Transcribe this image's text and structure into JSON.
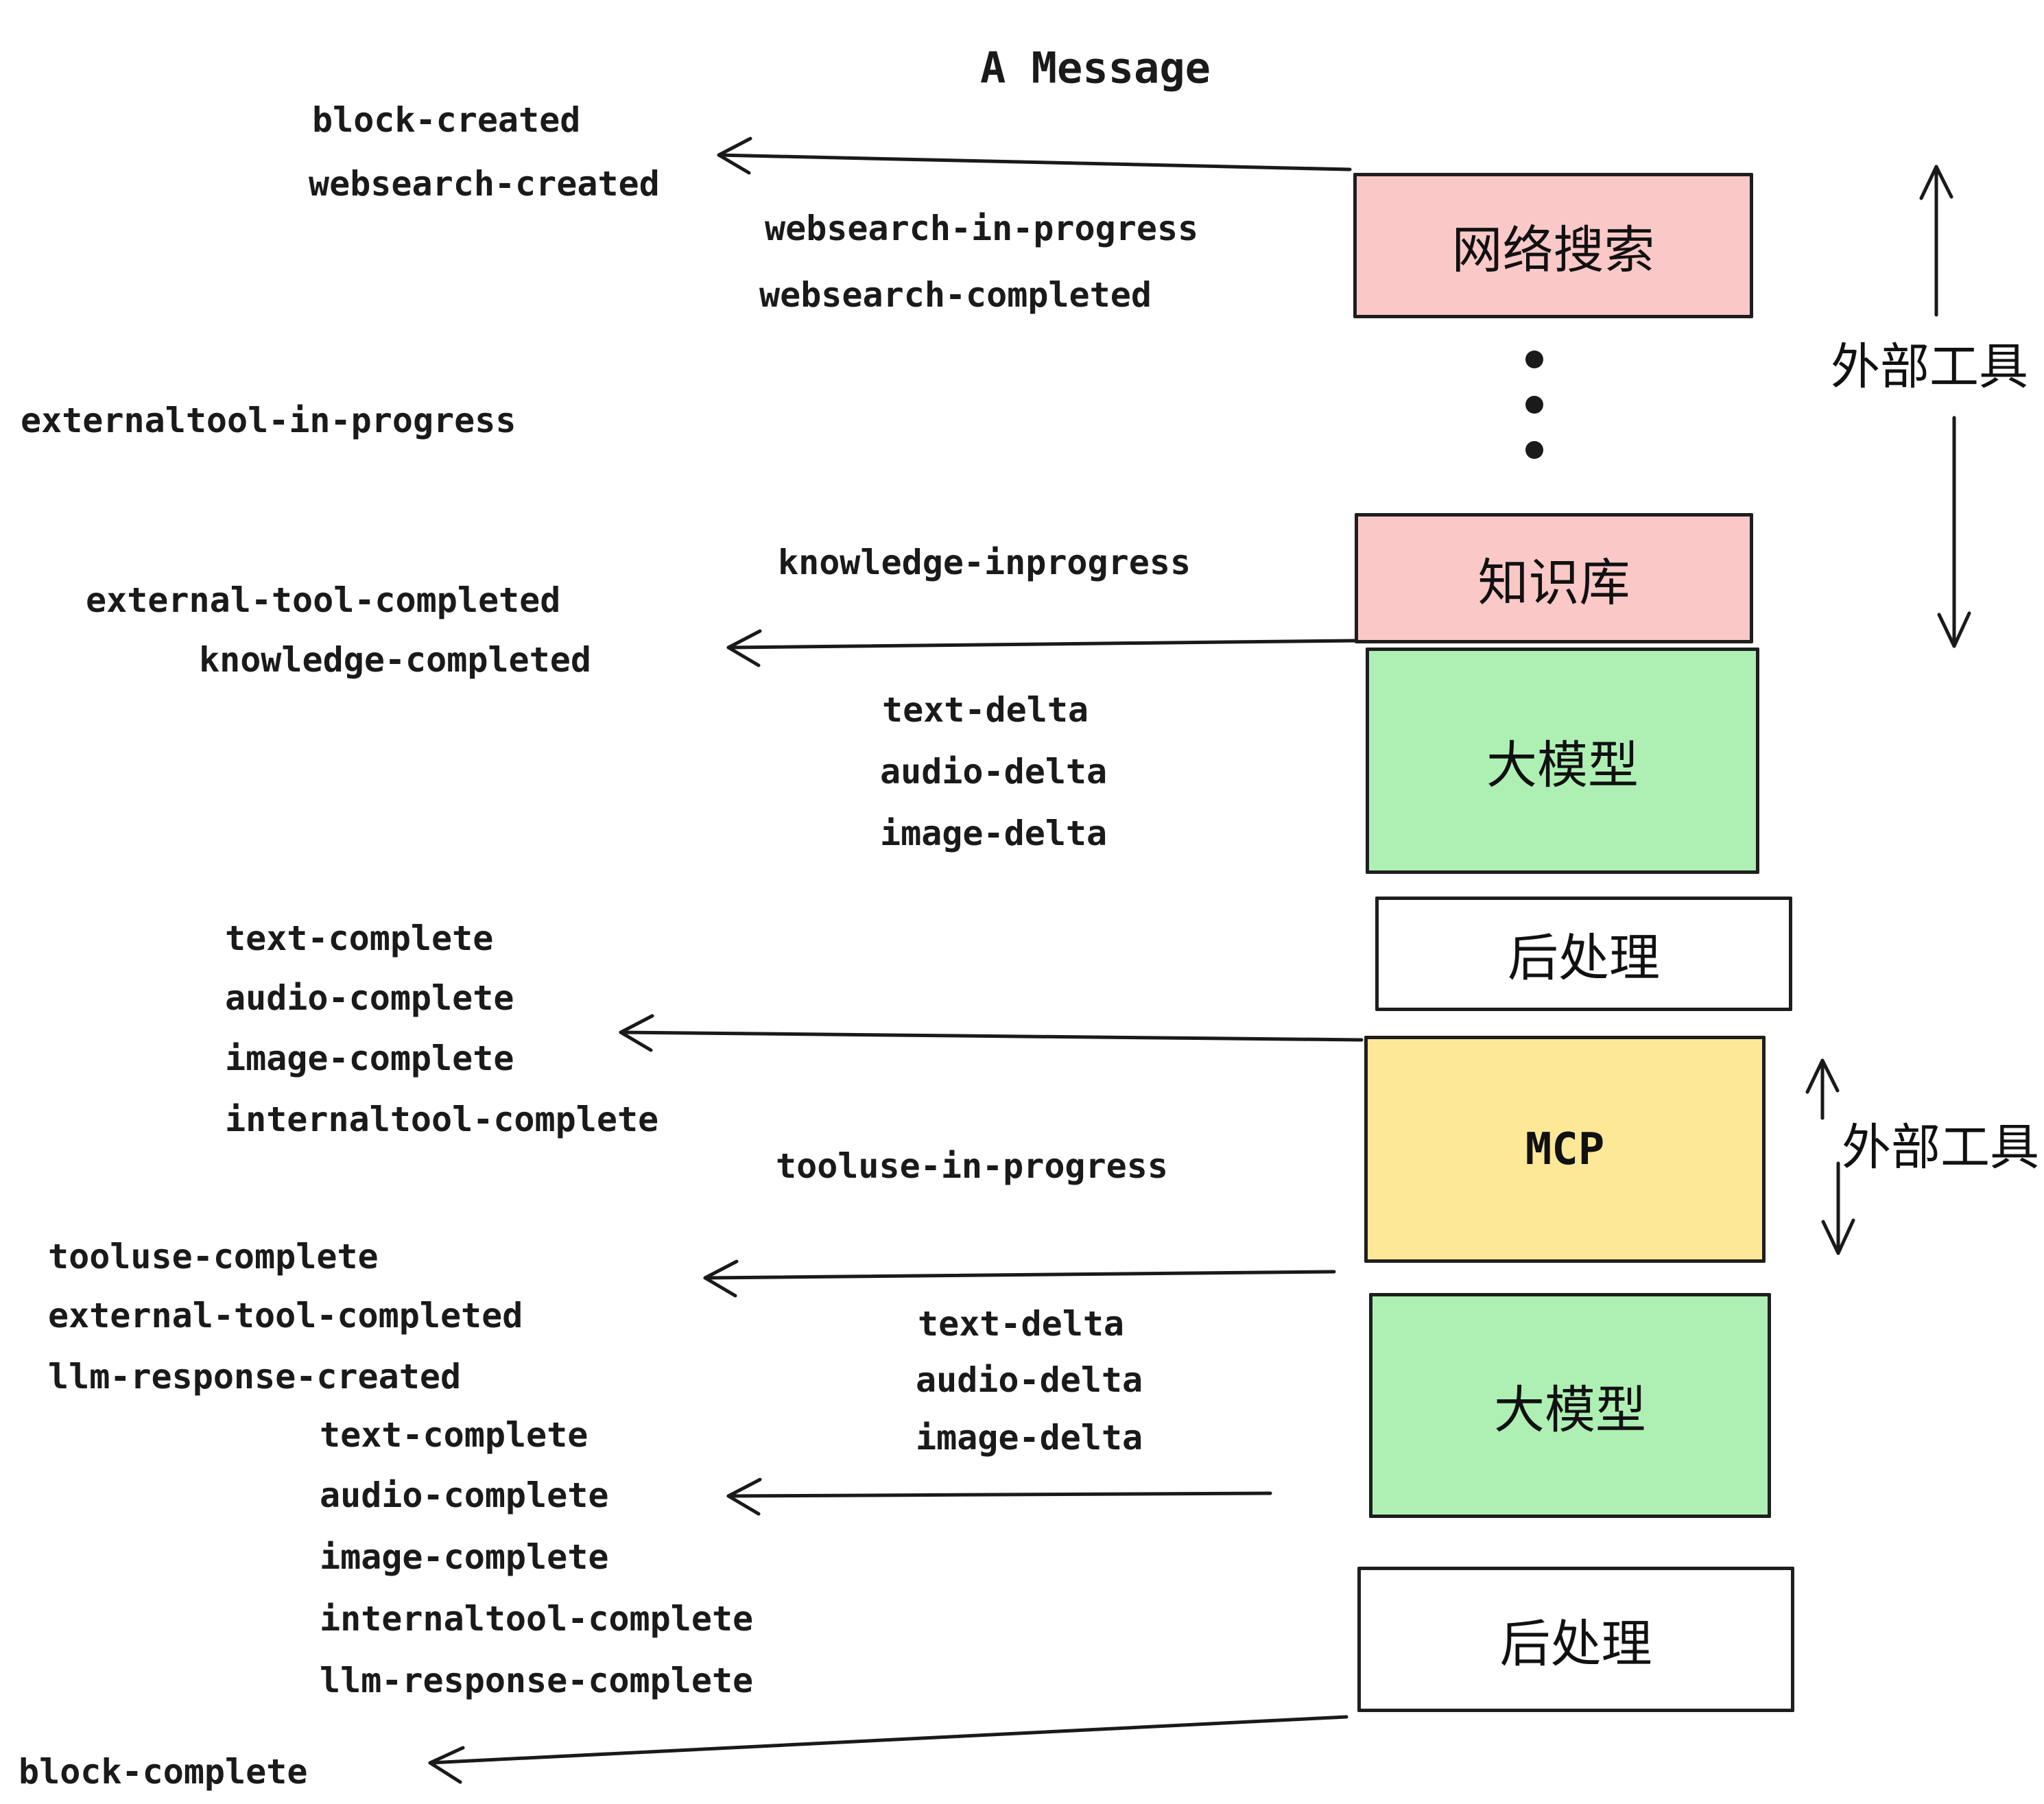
{
  "title": "A Message",
  "colors": {
    "box_pink": "#FBC8C8",
    "box_green": "#AEF0B4",
    "box_yellow": "#FCE897",
    "box_white": "#FFFFFF",
    "border": "#1E1E1E",
    "ink": "#1A1A1A",
    "background": "#FFFFFF"
  },
  "boxes": [
    {
      "id": "websearch",
      "label": "网络搜索",
      "color": "#FBC8C8"
    },
    {
      "id": "knowledge",
      "label": "知识库",
      "color": "#FBC8C8"
    },
    {
      "id": "llm-1",
      "label": "大模型",
      "color": "#AEF0B4"
    },
    {
      "id": "postprocess-1",
      "label": "后处理",
      "color": "#FFFFFF"
    },
    {
      "id": "mcp",
      "label": "MCP",
      "color": "#FCE897"
    },
    {
      "id": "llm-2",
      "label": "大模型",
      "color": "#AEF0B4"
    },
    {
      "id": "postprocess-2",
      "label": "后处理",
      "color": "#FFFFFF"
    }
  ],
  "side_labels": [
    {
      "id": "external-tools-1",
      "text": "外部工具"
    },
    {
      "id": "external-tools-2",
      "text": "外部工具"
    }
  ],
  "events": [
    {
      "id": "block-created",
      "text": "block-created"
    },
    {
      "id": "websearch-created",
      "text": "websearch-created"
    },
    {
      "id": "websearch-in-progress",
      "text": "websearch-in-progress"
    },
    {
      "id": "websearch-completed",
      "text": "websearch-completed"
    },
    {
      "id": "externaltool-in-progress",
      "text": "externaltool-in-progress"
    },
    {
      "id": "knowledge-inprogress",
      "text": "knowledge-inprogress"
    },
    {
      "id": "external-tool-completed-1",
      "text": "external-tool-completed"
    },
    {
      "id": "knowledge-completed",
      "text": "knowledge-completed"
    },
    {
      "id": "text-delta-1",
      "text": "text-delta"
    },
    {
      "id": "audio-delta-1",
      "text": "audio-delta"
    },
    {
      "id": "image-delta-1",
      "text": "image-delta"
    },
    {
      "id": "text-complete-1",
      "text": "text-complete"
    },
    {
      "id": "audio-complete-1",
      "text": "audio-complete"
    },
    {
      "id": "image-complete-1",
      "text": "image-complete"
    },
    {
      "id": "internaltool-complete-1",
      "text": "internaltool-complete"
    },
    {
      "id": "tooluse-in-progress",
      "text": "tooluse-in-progress"
    },
    {
      "id": "tooluse-complete",
      "text": "tooluse-complete"
    },
    {
      "id": "external-tool-completed-2",
      "text": "external-tool-completed"
    },
    {
      "id": "llm-response-created",
      "text": "llm-response-created"
    },
    {
      "id": "text-delta-2",
      "text": "text-delta"
    },
    {
      "id": "audio-delta-2",
      "text": "audio-delta"
    },
    {
      "id": "image-delta-2",
      "text": "image-delta"
    },
    {
      "id": "text-complete-2",
      "text": "text-complete"
    },
    {
      "id": "audio-complete-2",
      "text": "audio-complete"
    },
    {
      "id": "image-complete-2",
      "text": "image-complete"
    },
    {
      "id": "internaltool-complete-2",
      "text": "internaltool-complete"
    },
    {
      "id": "llm-response-complete",
      "text": "llm-response-complete"
    },
    {
      "id": "block-complete",
      "text": "block-complete"
    }
  ]
}
